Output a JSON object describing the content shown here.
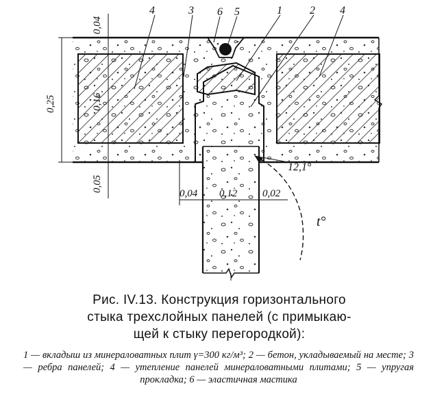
{
  "figure": {
    "labels": {
      "l4a": "4",
      "l3": "3",
      "l6": "6",
      "l5": "5",
      "l1": "1",
      "l2": "2",
      "l4b": "4"
    },
    "dimensions": {
      "d004_top": "0,04",
      "d025": "0,25",
      "d016": "0,16",
      "d005": "0,05",
      "d004_bottom": "0,04",
      "d012": "0,12",
      "d002": "0,02"
    },
    "temperature_point": "12,1°",
    "temperature_symbol": "t°"
  },
  "caption": {
    "line1": "Рис. IV.13. Конструкция горизонтального",
    "line2": "стыка трехслойных панелей (с примыкаю-",
    "line3": "щей к стыку перегородкой):"
  },
  "legend": {
    "text": "1 — вкладыш из минераловатных плит γ=300 кг/м³; 2 — бетон, укладываемый на месте; 3 — ребра панелей; 4 — утепление панелей минераловатными плитами; 5 — упругая прокладка; 6 — эластичная мастика"
  }
}
